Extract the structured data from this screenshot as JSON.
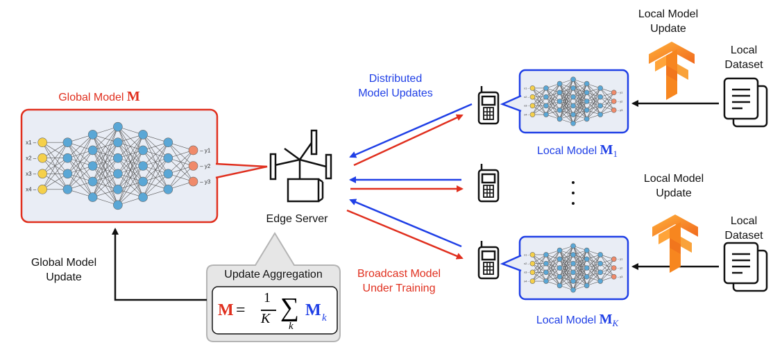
{
  "global_model": {
    "title": "Global Model ",
    "symbol": "M"
  },
  "global_update": {
    "line1": "Global Model",
    "line2": "Update"
  },
  "edge_server": {
    "label": "Edge Server"
  },
  "aggregation": {
    "title": "Update Aggregation",
    "lhs": "M",
    "eq": "=",
    "num": "1",
    "den": "K",
    "sum": "∑",
    "index": "k",
    "term": "M",
    "term_sub": "k"
  },
  "distributed": {
    "line1": "Distributed",
    "line2": "Model Updates"
  },
  "broadcast": {
    "line1": "Broadcast Model",
    "line2": "Under Training"
  },
  "local_model_1": {
    "title": "Local Model ",
    "symbol": "M",
    "sub": "1"
  },
  "local_model_k": {
    "title": "Local Model ",
    "symbol": "M",
    "sub": "K"
  },
  "local_update_top": {
    "line1": "Local Model",
    "line2": "Update"
  },
  "local_update_mid": {
    "line1": "Local Model",
    "line2": "Update"
  },
  "dataset_top": {
    "line1": "Local",
    "line2": "Dataset"
  },
  "dataset_bottom": {
    "line1": "Local",
    "line2": "Dataset"
  },
  "network": {
    "inputs": [
      "x1",
      "x2",
      "x3",
      "x4"
    ],
    "outputs": [
      "y1",
      "y2",
      "y3"
    ]
  },
  "colors": {
    "red": "#e02f1e",
    "blue": "#1f3fe6",
    "node_input": "#f5d04a",
    "node_hidden": "#5aa7d6",
    "node_output": "#f08a6a",
    "box_bg": "#e8ecf4"
  }
}
